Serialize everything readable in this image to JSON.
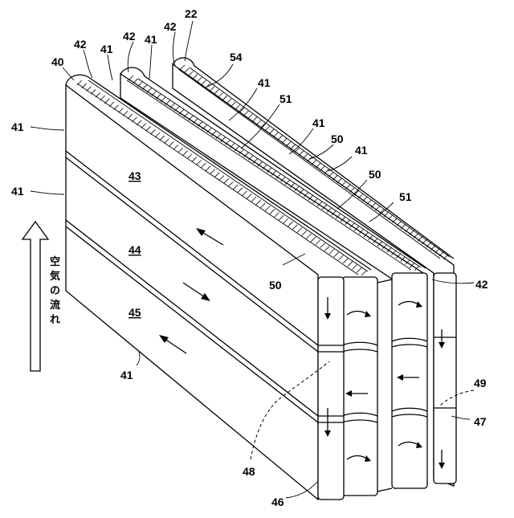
{
  "labels": {
    "n22": "22",
    "n40": "40",
    "n41": "41",
    "n42": "42",
    "n43": "43",
    "n44": "44",
    "n45": "45",
    "n46": "46",
    "n47": "47",
    "n48": "48",
    "n49": "49",
    "n50": "50",
    "n51": "51",
    "n54": "54"
  },
  "air_flow_text": [
    "空",
    "気",
    "の",
    "流",
    "れ"
  ]
}
